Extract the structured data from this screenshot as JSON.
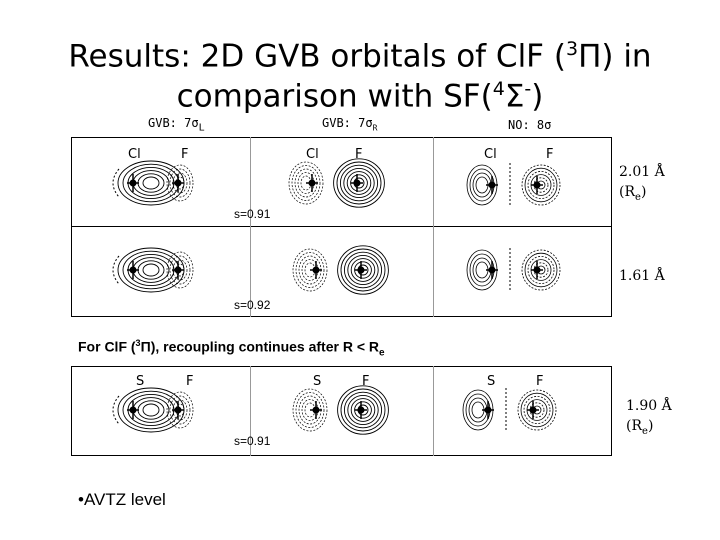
{
  "title": {
    "line1_prefix": "Results: 2D GVB orbitals of ClF (",
    "line1_sup": "3",
    "line1_mid": "Π",
    "line1_suffix": ") in",
    "line2_prefix": "comparison with SF(",
    "line2_sup": "4",
    "line2_mid": "Σ",
    "line2_sup2": "-",
    "line2_suffix": ")"
  },
  "headers": {
    "gvb_left": "GVB: 7σ",
    "gvb_left_sub": "L",
    "gvb_right": "GVB: 7σ",
    "gvb_right_sub": "R",
    "no": "NO: 8σ"
  },
  "clf": {
    "atoms": {
      "cl": "Cl",
      "f": "F"
    },
    "row1": {
      "overlap": "s=0.91",
      "distance": "2.01 Å",
      "label": "(R",
      "label_sub": "e",
      "label_end": ")"
    },
    "row2": {
      "overlap": "s=0.92",
      "distance": "1.61 Å"
    }
  },
  "recoupling_note": {
    "prefix": "For ClF (",
    "sup": "3",
    "mid": "Π",
    "suffix": "), recoupling continues after R < R",
    "sub": "e"
  },
  "sf": {
    "atoms": {
      "s": "S",
      "f": "F"
    },
    "row1": {
      "overlap": "s=0.91",
      "distance": "1.90 Å",
      "label": "(R",
      "label_sub": "e",
      "label_end": ")"
    }
  },
  "basis_note": "•AVTZ level"
}
